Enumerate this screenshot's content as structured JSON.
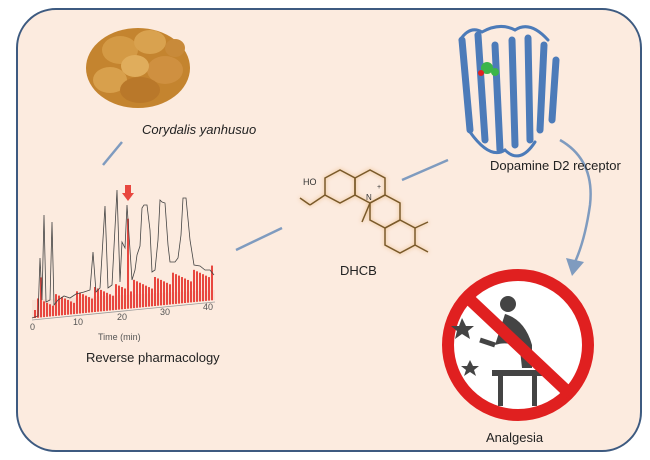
{
  "labels": {
    "herb": "Corydalis yanhusuo",
    "method": "Reverse pharmacology",
    "compound": "DHCB",
    "target": "Dopamine D2 receptor",
    "effect": "Analgesia"
  },
  "chromatogram": {
    "x_ticks": [
      "0",
      "10",
      "20",
      "30",
      "40"
    ],
    "x_label": "Time (min)"
  },
  "molecule": {
    "hydroxyl": "HO",
    "nitrogen": "N",
    "charge": "+"
  },
  "colors": {
    "frame": "#3d5a80",
    "background": "#fcebdf",
    "connector": "#7f9bbf",
    "bars": "#e8473f",
    "molecule": "#b5813f",
    "protein": "#3a6fb5",
    "prohibit": "#e02020"
  }
}
